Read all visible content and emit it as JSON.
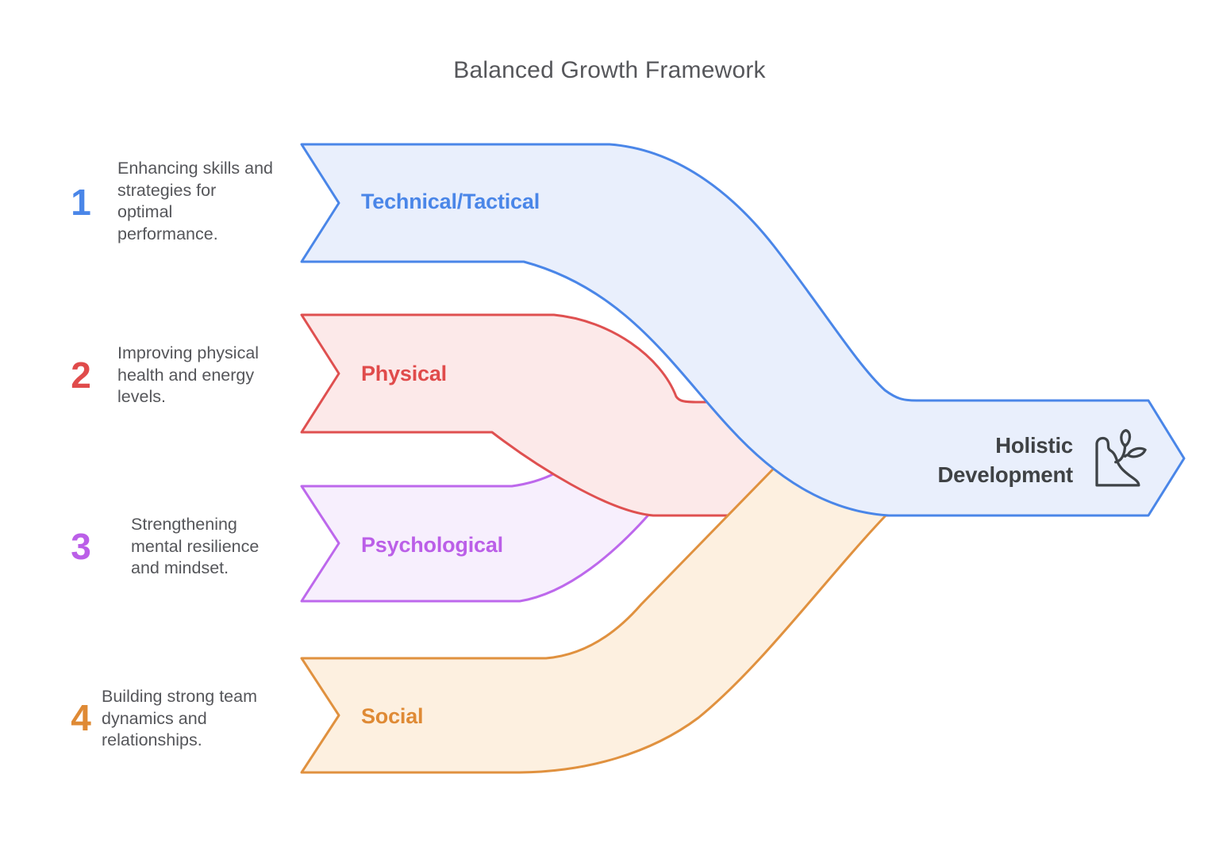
{
  "title": "Balanced Growth Framework",
  "palette": {
    "blue_stroke": "#4a86e8",
    "blue_fill": "#e9effc",
    "red_stroke": "#df5050",
    "red_fill": "#fce9e9",
    "purple_stroke": "#bd68ec",
    "purple_fill": "#f7effd",
    "orange_stroke": "#e0913f",
    "orange_fill": "#fdf0e0",
    "body_text": "#55565a",
    "title_text": "#56575b",
    "result_text": "#3f4245"
  },
  "items": [
    {
      "number": "1",
      "label": "Technical/Tactical",
      "color": "#4a86e8",
      "desc_lines": [
        "Enhancing skills and",
        "strategies for",
        "optimal",
        "performance."
      ]
    },
    {
      "number": "2",
      "label": "Physical",
      "color": "#e04b4b",
      "desc_lines": [
        "Improving physical",
        "health and energy",
        "levels."
      ]
    },
    {
      "number": "3",
      "label": "Psychological",
      "color": "#bb5fe8",
      "desc_lines": [
        "Strengthening",
        "mental resilience",
        "and mindset."
      ]
    },
    {
      "number": "4",
      "label": "Social",
      "color": "#df8a35",
      "desc_lines": [
        "Building strong team",
        "dynamics and",
        "relationships."
      ]
    }
  ],
  "result": {
    "label_lines": [
      "Holistic",
      "Development"
    ],
    "icon": "plant-growth-icon"
  }
}
